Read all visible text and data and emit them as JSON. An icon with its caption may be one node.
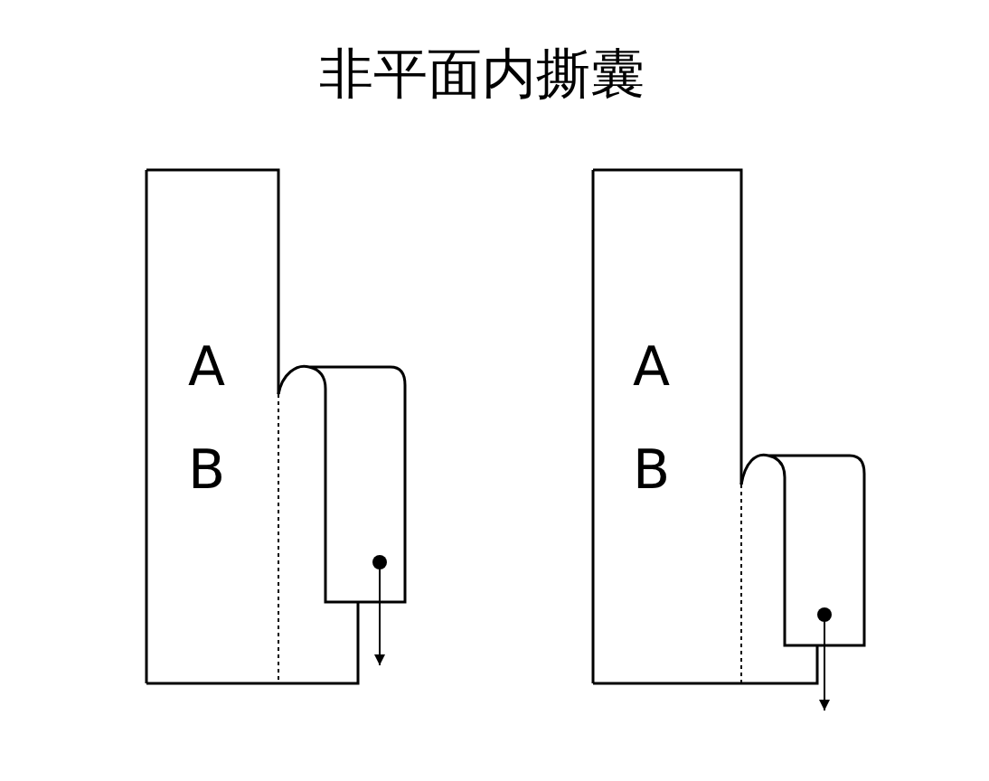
{
  "diagram": {
    "title": "非平面内撕囊",
    "nodes": [
      {
        "text": [
          "A",
          "B"
        ]
      },
      {
        "text": [
          "A",
          "B"
        ]
      }
    ]
  }
}
